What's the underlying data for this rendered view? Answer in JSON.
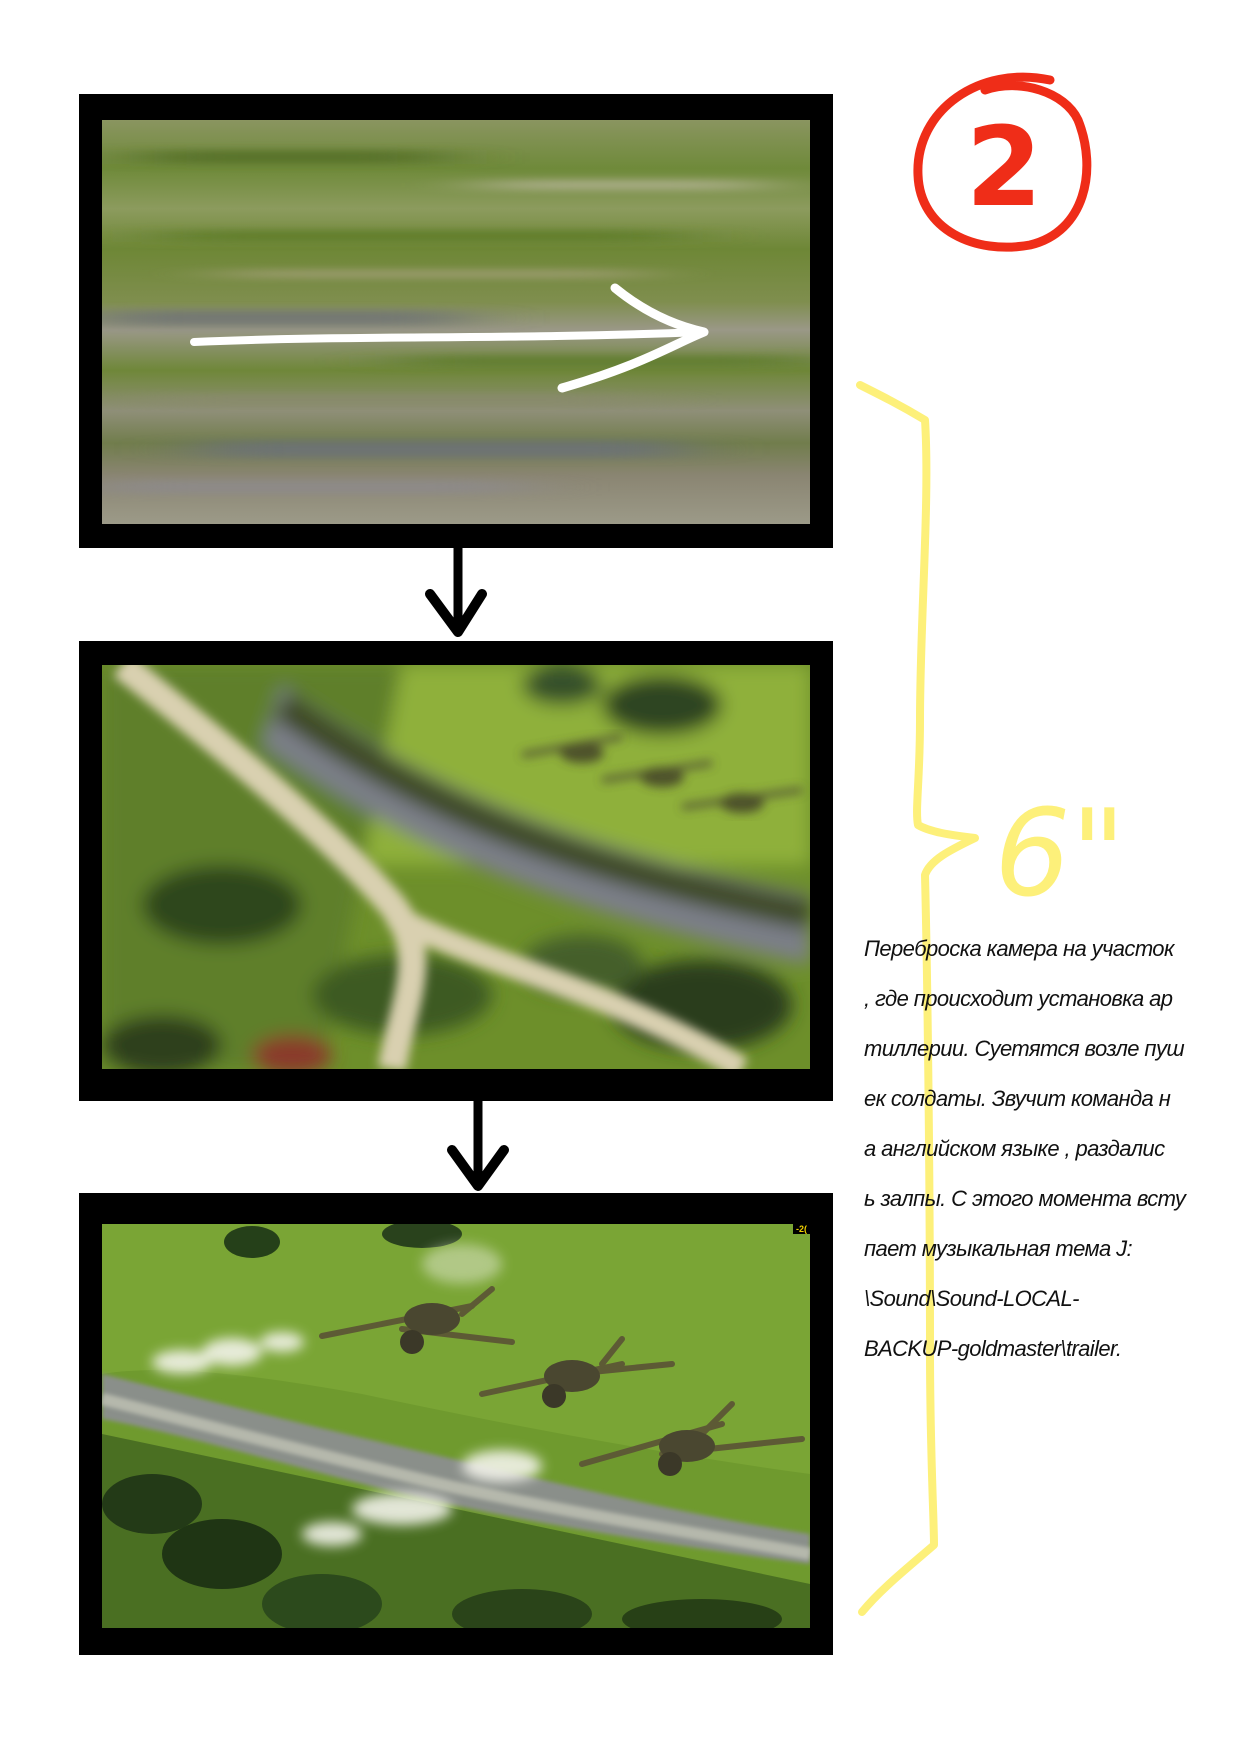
{
  "page_number": "2",
  "duration_label": "6\"",
  "description_lines": [
    "Переброска камера на участок",
    ", где  происходит установка ар",
    "тиллерии. Суетятся возле пуш",
    "ек солдаты. Звучит команда н",
    "а английском языке , раздалис",
    "ь залпы. С этого момента всту",
    "пает музыкальная тема J:",
    "\\Sound\\Sound-LOCAL-",
    "BACKUP-goldmaster\\trailer."
  ],
  "frames": [
    {
      "name": "frame-1",
      "content": "motion-blurred green field, camera pan",
      "annotation": "right-arrow"
    },
    {
      "name": "frame-2",
      "content": "blurred aerial view of road and artillery",
      "hud_text": ""
    },
    {
      "name": "frame-3",
      "content": "artillery guns firing on green hill",
      "hud_text": "-2("
    }
  ],
  "colors": {
    "page_number_circle": "#ef2d18",
    "duration_bracket": "#fdf07a",
    "frame_border": "#000000",
    "annotation_arrow": "#ffffff"
  }
}
